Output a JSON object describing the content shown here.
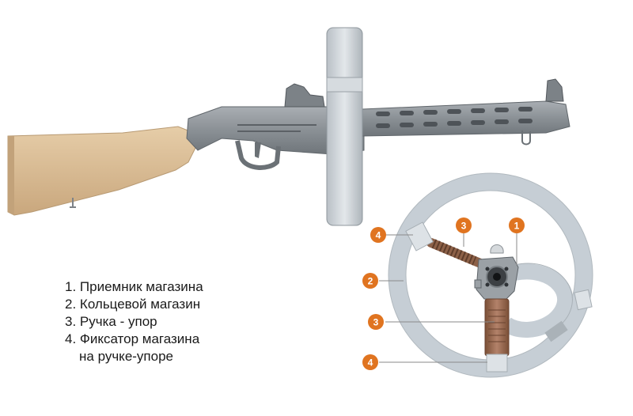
{
  "legend": {
    "items": [
      {
        "number": "1.",
        "text": "Приемник магазина"
      },
      {
        "number": "2.",
        "text": "Кольцевой магазин"
      },
      {
        "number": "3.",
        "text": "Ручка - упор"
      },
      {
        "number": "4.",
        "text": "Фиксатор магазина",
        "continuation": "на ручке-упоре"
      }
    ]
  },
  "callouts": [
    {
      "label": "1",
      "target": "magazine-receiver"
    },
    {
      "label": "2",
      "target": "drum-magazine"
    },
    {
      "label": "3",
      "target": "grip-upper"
    },
    {
      "label": "3",
      "target": "grip-lower"
    },
    {
      "label": "4",
      "target": "latch-upper"
    },
    {
      "label": "4",
      "target": "latch-lower"
    }
  ],
  "colors": {
    "callout_badge": "#e07420",
    "metal": "#8e9499",
    "stock": "#dcc09a",
    "drum": "#c9d1d8",
    "grip": "#9b6a4c"
  }
}
